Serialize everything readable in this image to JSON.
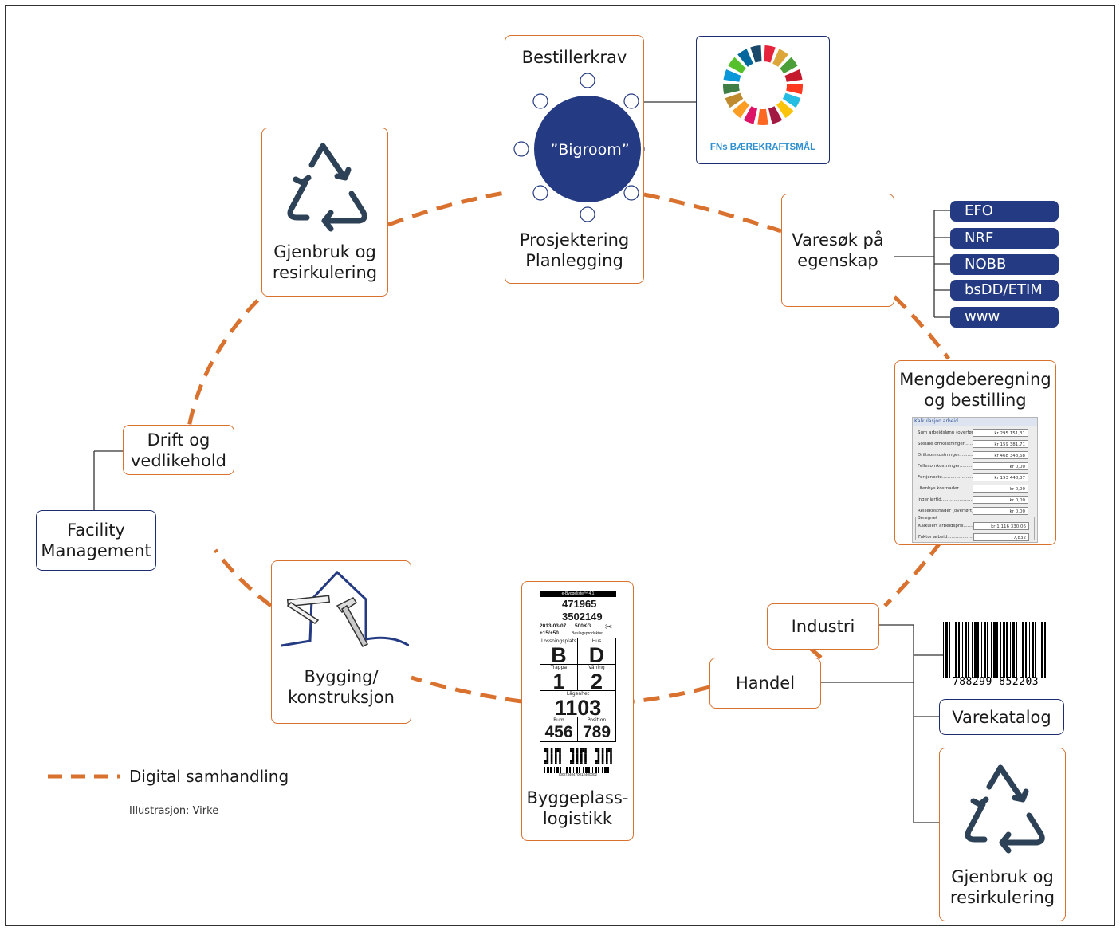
{
  "colors": {
    "orange": "#d9712f",
    "navy": "#1f2d6e",
    "navy_fill": "#243a82",
    "icon": "#2d4256"
  },
  "top": {
    "title": "Bestillerkrav",
    "table_label": "”Bigroom”",
    "caption": "Prosjektering\nPlanlegging",
    "icon": "round-table-icon"
  },
  "sdg": {
    "label": "FNs BÆREKRAFTSMÅL",
    "icon": "sdg-wheel-icon"
  },
  "recycle_top": {
    "label": "Gjenbruk og\nresirkulering",
    "icon": "recycle-icon"
  },
  "varesok": {
    "label": "Varesøk på\negenskap",
    "sources": [
      "EFO",
      "NRF",
      "NOBB",
      "bsDD/ETIM",
      "www"
    ]
  },
  "mengde": {
    "label": "Mengdeberegning\nog bestilling",
    "calc": {
      "title": "Kalkulasjon arbeid",
      "rows": [
        {
          "name": "Sum arbeidslønn (overført):",
          "value": "kr 295 151,31"
        },
        {
          "name": "Sosiale omkostninger........",
          "value": "kr 159 381,71"
        },
        {
          "name": "Driftsomkostninger...........",
          "value": "kr 468 348,68"
        },
        {
          "name": "Fellesomkostninger............",
          "value": "kr 0,00"
        },
        {
          "name": "Fortjeneste.......................",
          "value": "kr 193 448,37"
        },
        {
          "name": "Utenbys kostnader............",
          "value": "kr 0,00"
        },
        {
          "name": "Ingeniørtid.........................",
          "value": "kr 0,00"
        },
        {
          "name": "Reisekostnader (overført)",
          "value": "kr 0,00"
        }
      ],
      "group_title": "Beregnet",
      "group_rows": [
        {
          "name": "Kalkulert arbeidspris........",
          "value": "kr 1 116 330,06"
        },
        {
          "name": "Faktor arbeid...................",
          "value": "7,832"
        }
      ]
    }
  },
  "industri": {
    "label": "Industri"
  },
  "handel": {
    "label": "Handel"
  },
  "barcode": {
    "number": "788299 852203",
    "icon": "barcode-icon"
  },
  "varekatalog": {
    "label": "Varekatalog"
  },
  "recycle_bottom": {
    "label": "Gjenbruk og\nresirkulering",
    "icon": "recycle-icon"
  },
  "logistikk": {
    "label": "Byggeplass-\nlogistikk",
    "tag": {
      "header": "e-Byggeliste™ 4.1",
      "num1": "471965",
      "num2": "3502149",
      "date": "2013-03-07",
      "weight": "500KG",
      "code": "+15/+50",
      "product": "Beslagsprodukter",
      "cells": [
        {
          "caption": "Lossningsplats",
          "value": "B"
        },
        {
          "caption": "Hus",
          "value": "D"
        },
        {
          "caption": "Trappa",
          "value": "1"
        },
        {
          "caption": "Våning",
          "value": "2"
        },
        {
          "caption": "Lägenhet",
          "value": "1103"
        },
        {
          "caption": "Rum",
          "value": "456"
        },
        {
          "caption": "Position",
          "value": "789"
        }
      ],
      "bottom_code": "(00)7340470012400002"
    }
  },
  "bygging": {
    "label": "Bygging/\nkonstruksjon",
    "icon": "house-hammer-icon"
  },
  "drift": {
    "label": "Drift og\nvedlikehold"
  },
  "fm": {
    "label": "Facility\nManagement"
  },
  "legend": {
    "label": "Digital samhandling",
    "credit": "Illustrasjon: Virke"
  }
}
